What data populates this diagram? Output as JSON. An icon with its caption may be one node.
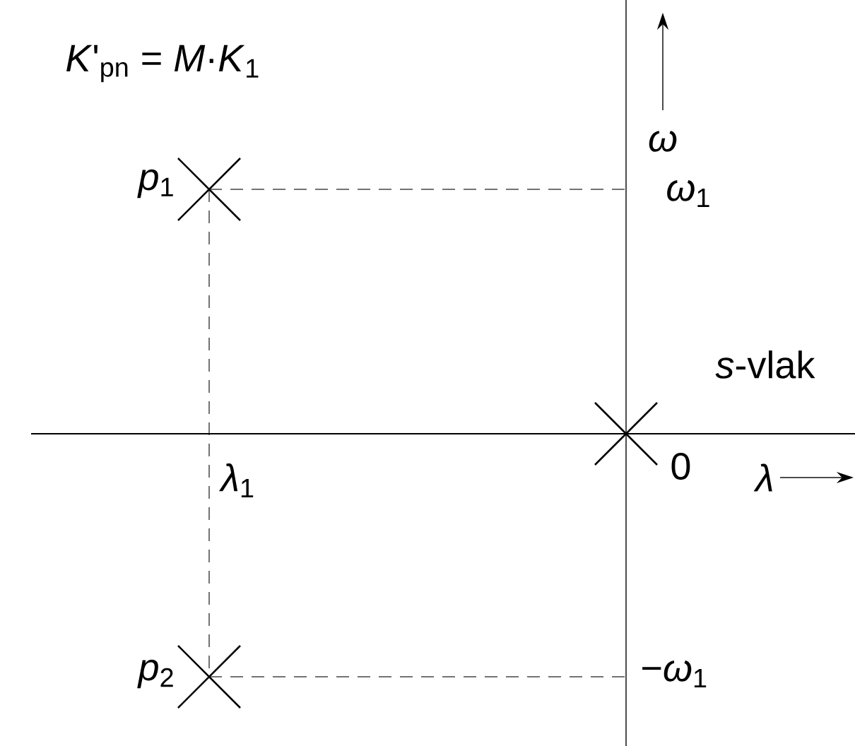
{
  "diagram": {
    "labels": [
      "*K*'$_{pn}$ = *M*·*K*$_{1}$",
      "ω",
      "*p*$_{1}$",
      "*ω*$_{1}$",
      "*s*-vlak",
      "*λ*$_{1}$",
      "0",
      "λ",
      "*p*$_{2}$",
      "−*ω*$_{1}$"
    ]
  }
}
